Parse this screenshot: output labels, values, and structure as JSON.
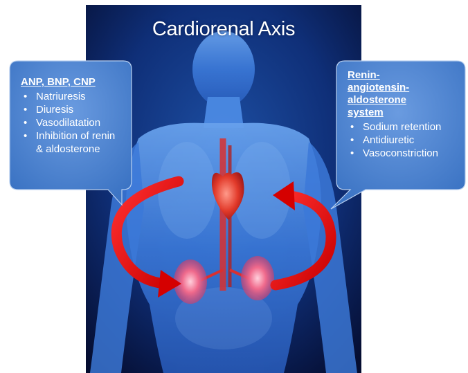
{
  "title": "Cardiorenal Axis",
  "left_callout": {
    "heading": "ANP, BNP, CNP",
    "items": [
      "Natriuresis",
      "Diuresis",
      "Vasodilatation",
      "Inhibition of renin & aldosterone"
    ]
  },
  "right_callout": {
    "heading": "Renin-angiotensin-aldosterone system",
    "items": [
      "Sodium retention",
      "Antidiuretic",
      "Vasoconstriction"
    ]
  },
  "colors": {
    "background_dark": "#0a1a4a",
    "body_blue": "#3f7fe0",
    "callout_blue": "#4f86d2",
    "arrow_red": "#e01010",
    "organ_red": "#e24040"
  }
}
